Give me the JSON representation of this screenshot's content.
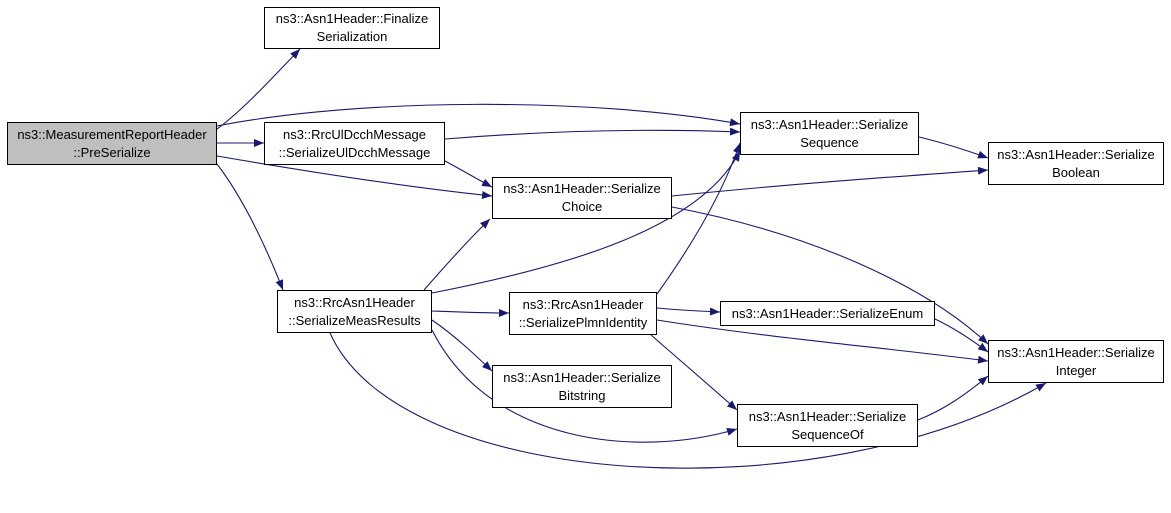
{
  "graph": {
    "title": "call graph",
    "colors": {
      "edge": "#191970",
      "node_border": "#000000",
      "node_fill": "#ffffff",
      "highlight_fill": "#bfbfbf"
    },
    "nodes": [
      {
        "id": "preserialize",
        "line1": "ns3::MeasurementReportHeader",
        "line2": "::PreSerialize",
        "highlighted": true
      },
      {
        "id": "finalize-serialization",
        "line1": "ns3::Asn1Header::Finalize",
        "line2": "Serialization",
        "highlighted": false
      },
      {
        "id": "serialize-uldcch-message",
        "line1": "ns3::RrcUlDcchMessage",
        "line2": "::SerializeUlDcchMessage",
        "highlighted": false
      },
      {
        "id": "serialize-choice",
        "line1": "ns3::Asn1Header::Serialize",
        "line2": "Choice",
        "highlighted": false
      },
      {
        "id": "serialize-sequence",
        "line1": "ns3::Asn1Header::Serialize",
        "line2": "Sequence",
        "highlighted": false
      },
      {
        "id": "serialize-boolean",
        "line1": "ns3::Asn1Header::Serialize",
        "line2": "Boolean",
        "highlighted": false
      },
      {
        "id": "serialize-meas-results",
        "line1": "ns3::RrcAsn1Header",
        "line2": "::SerializeMeasResults",
        "highlighted": false
      },
      {
        "id": "serialize-plmn-identity",
        "line1": "ns3::RrcAsn1Header",
        "line2": "::SerializePlmnIdentity",
        "highlighted": false
      },
      {
        "id": "serialize-enum",
        "line1": "ns3::Asn1Header::SerializeEnum",
        "line2": "",
        "highlighted": false
      },
      {
        "id": "serialize-bitstring",
        "line1": "ns3::Asn1Header::Serialize",
        "line2": "Bitstring",
        "highlighted": false
      },
      {
        "id": "serialize-sequence-of",
        "line1": "ns3::Asn1Header::Serialize",
        "line2": "SequenceOf",
        "highlighted": false
      },
      {
        "id": "serialize-integer",
        "line1": "ns3::Asn1Header::Serialize",
        "line2": "Integer",
        "highlighted": false
      }
    ],
    "edges": [
      {
        "from": "preserialize",
        "to": "finalize-serialization"
      },
      {
        "from": "preserialize",
        "to": "serialize-uldcch-message"
      },
      {
        "from": "preserialize",
        "to": "serialize-sequence"
      },
      {
        "from": "preserialize",
        "to": "serialize-choice"
      },
      {
        "from": "preserialize",
        "to": "serialize-meas-results"
      },
      {
        "from": "serialize-uldcch-message",
        "to": "serialize-sequence"
      },
      {
        "from": "serialize-uldcch-message",
        "to": "serialize-choice"
      },
      {
        "from": "serialize-choice",
        "to": "serialize-boolean"
      },
      {
        "from": "serialize-choice",
        "to": "serialize-integer"
      },
      {
        "from": "serialize-sequence",
        "to": "serialize-boolean"
      },
      {
        "from": "serialize-meas-results",
        "to": "serialize-sequence"
      },
      {
        "from": "serialize-meas-results",
        "to": "serialize-choice"
      },
      {
        "from": "serialize-meas-results",
        "to": "serialize-plmn-identity"
      },
      {
        "from": "serialize-meas-results",
        "to": "serialize-bitstring"
      },
      {
        "from": "serialize-meas-results",
        "to": "serialize-sequence-of"
      },
      {
        "from": "serialize-meas-results",
        "to": "serialize-integer"
      },
      {
        "from": "serialize-plmn-identity",
        "to": "serialize-sequence"
      },
      {
        "from": "serialize-plmn-identity",
        "to": "serialize-enum"
      },
      {
        "from": "serialize-plmn-identity",
        "to": "serialize-sequence-of"
      },
      {
        "from": "serialize-plmn-identity",
        "to": "serialize-integer"
      },
      {
        "from": "serialize-enum",
        "to": "serialize-integer"
      },
      {
        "from": "serialize-sequence-of",
        "to": "serialize-integer"
      }
    ]
  }
}
